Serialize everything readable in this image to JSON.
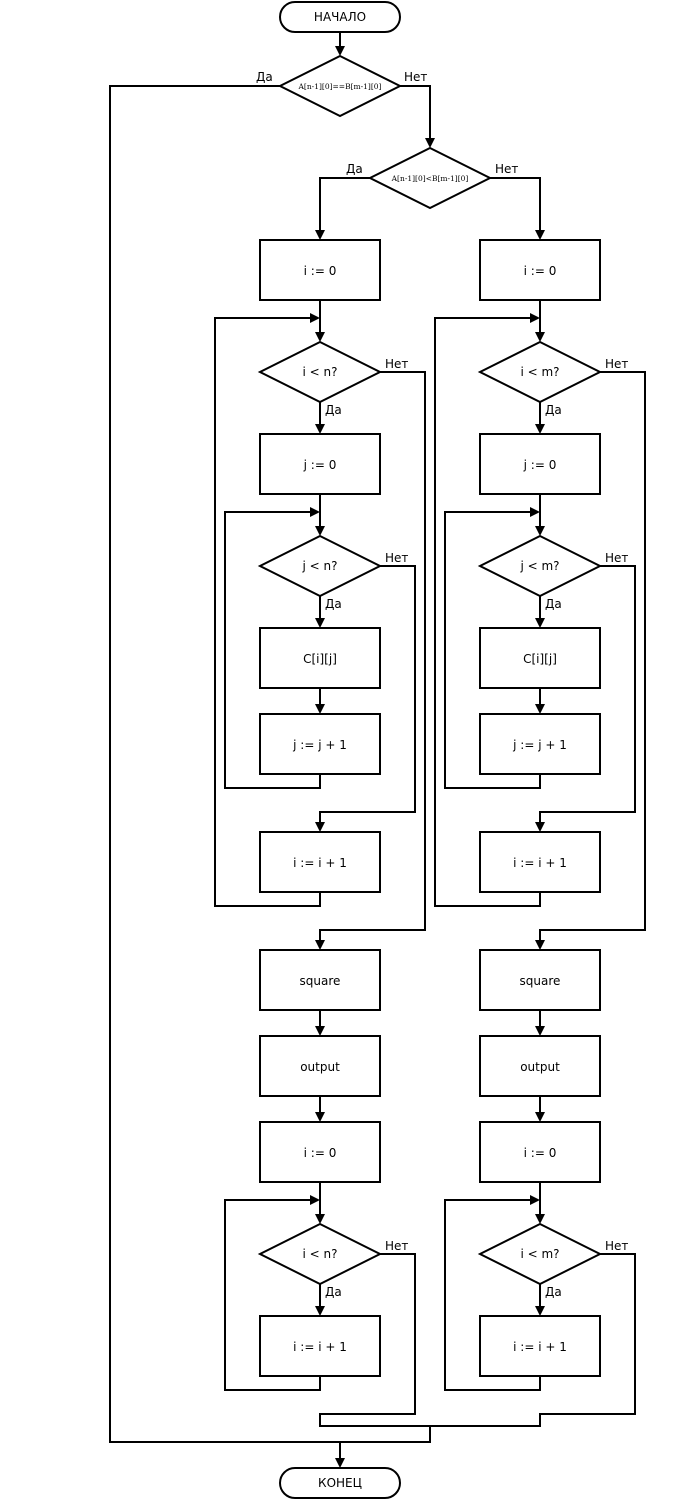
{
  "start": "НАЧАЛО",
  "end": "КОНЕЦ",
  "cond_eq": "A[n-1][0]==B[m-1][0]",
  "cond_lt": "A[n-1][0]<B[m-1][0]",
  "yes": "Да",
  "no": "Нет",
  "left": {
    "init_i": "i := 0",
    "cond_i": "i < n?",
    "init_j": "j := 0",
    "cond_j": "j < n?",
    "body": "C[i][j]",
    "inc_j": "j := j + 1",
    "inc_i": "i := i + 1",
    "square": "square",
    "output": "output",
    "init_i2": "i := 0",
    "cond_i2": "i < n?",
    "inc_i2": "i := i + 1"
  },
  "right": {
    "init_i": "i := 0",
    "cond_i": "i < m?",
    "init_j": "j := 0",
    "cond_j": "j < m?",
    "body": "C[i][j]",
    "inc_j": "j := j + 1",
    "inc_i": "i := i + 1",
    "square": "square",
    "output": "output",
    "init_i2": "i := 0",
    "cond_i2": "i < m?",
    "inc_i2": "i := i + 1"
  }
}
